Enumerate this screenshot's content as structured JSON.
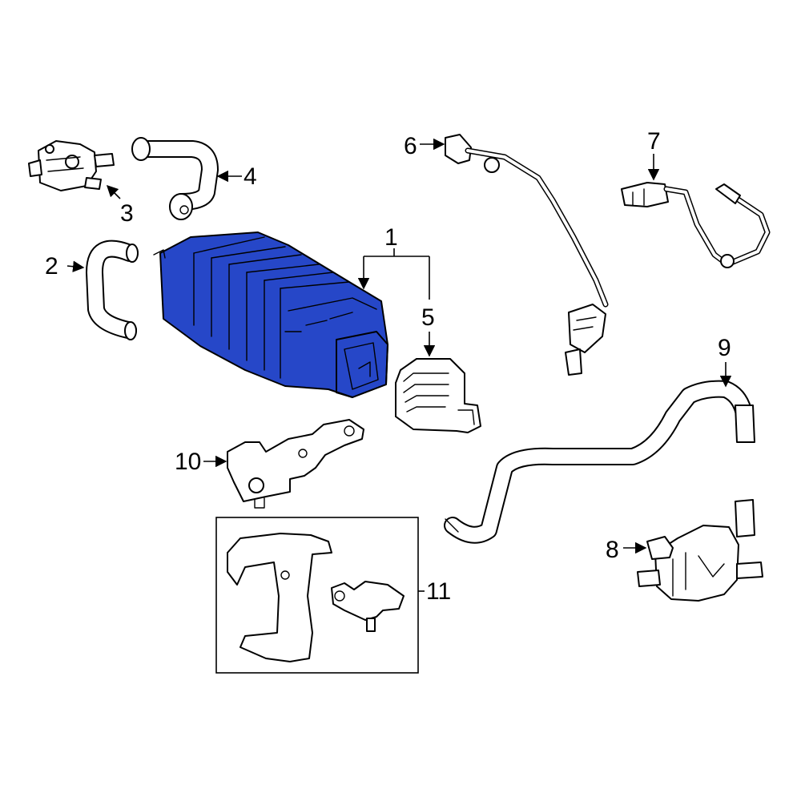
{
  "highlight_color": "#2647c8",
  "callouts": {
    "c1": "1",
    "c2": "2",
    "c3": "3",
    "c4": "4",
    "c5": "5",
    "c6": "6",
    "c7": "7",
    "c8": "8",
    "c9": "9",
    "c10": "10",
    "c11": "11"
  },
  "highlighted_part": "1",
  "icons": {
    "arrowhead": "arrowhead-icon"
  }
}
